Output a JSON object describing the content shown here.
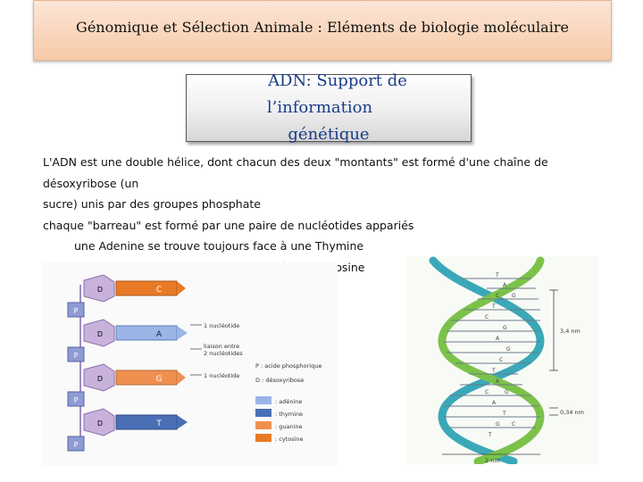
{
  "header": {
    "title": "Génomique et Sélection Animale : Eléments de biologie moléculaire"
  },
  "subtitle": {
    "line1": "ADN: Support de l’information",
    "line2": "génétique"
  },
  "body": {
    "lines": [
      "L'ADN est une double hélice, dont chacun des deux \"montants\" est formé d'une chaîne de désoxyribose (un",
      "sucre) unis par des groupes phosphate",
      "chaque \"barreau\" est formé par une paire de nucléotides appariés",
      "une Adenine se trouve toujours face à une Thymine",
      "une Guanine se trouve toujours face à une Cytosine"
    ]
  },
  "figure_left": {
    "phosphate_label": "P",
    "sugar_label": "D",
    "bases": [
      "C",
      "A",
      "G",
      "T"
    ],
    "annotations": {
      "nucleotide_top": "1 nucléotide",
      "bond_line1": "liaison entre",
      "bond_line2": "2 nucléotides",
      "nucleotide_bottom": "1 nucléotide"
    },
    "legend": {
      "p": "P : acide phosphorique",
      "d": "D : désoxyribose",
      "a": ": adénine",
      "t": ": thymine",
      "g": ": guanine",
      "c": ": cytosine"
    },
    "colors": {
      "phosphate": "#9aa6d8",
      "sugar": "#c7b3d9",
      "adenine": "#9ab5e6",
      "thymine": "#4a6fb5",
      "guanine": "#f09050",
      "cytosine": "#e97a25"
    }
  },
  "figure_right": {
    "measure_pitch": "3,4 nm",
    "measure_step": "0,34 nm",
    "measure_width": "2 nm",
    "pair_labels": [
      "T",
      "A",
      "C",
      "G",
      "T",
      "C",
      "G",
      "A",
      "G",
      "C",
      "T",
      "A",
      "C",
      "G",
      "A",
      "T",
      "G",
      "C",
      "T"
    ],
    "colors": {
      "strand_teal": "#3aa8b8",
      "strand_green": "#7cc24a"
    }
  }
}
